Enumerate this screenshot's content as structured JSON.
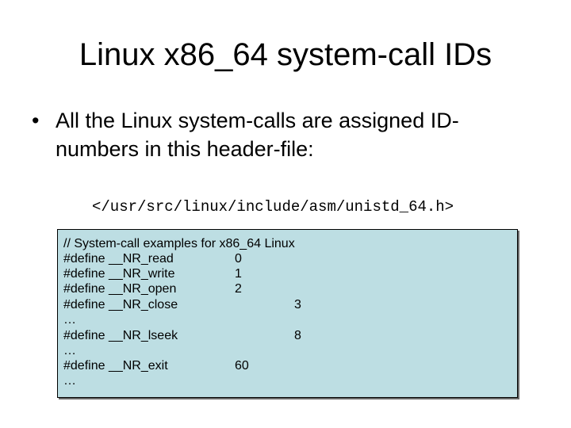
{
  "slide": {
    "title": "Linux x86_64 system-call IDs",
    "bullet": {
      "marker": "•",
      "text": "All the Linux system-calls are assigned ID-numbers in this header-file:"
    },
    "header_path": "</usr/src/linux/include/asm/unistd_64.h>",
    "code": {
      "background_color": "#bddee3",
      "lines": [
        {
          "text": "// System-call examples for x86_64 Linux",
          "value": ""
        },
        {
          "text": "#define __NR_read",
          "value": "0"
        },
        {
          "text": "#define __NR_write",
          "value": "1"
        },
        {
          "text": "#define __NR_open",
          "value": "2"
        },
        {
          "text": "#define __NR_close",
          "value": "3"
        },
        {
          "text": "…",
          "value": ""
        },
        {
          "text": "#define __NR_lseek",
          "value": "8"
        },
        {
          "text": "…",
          "value": ""
        },
        {
          "text": "#define __NR_exit",
          "value": "60"
        },
        {
          "text": "…",
          "value": ""
        }
      ]
    }
  }
}
